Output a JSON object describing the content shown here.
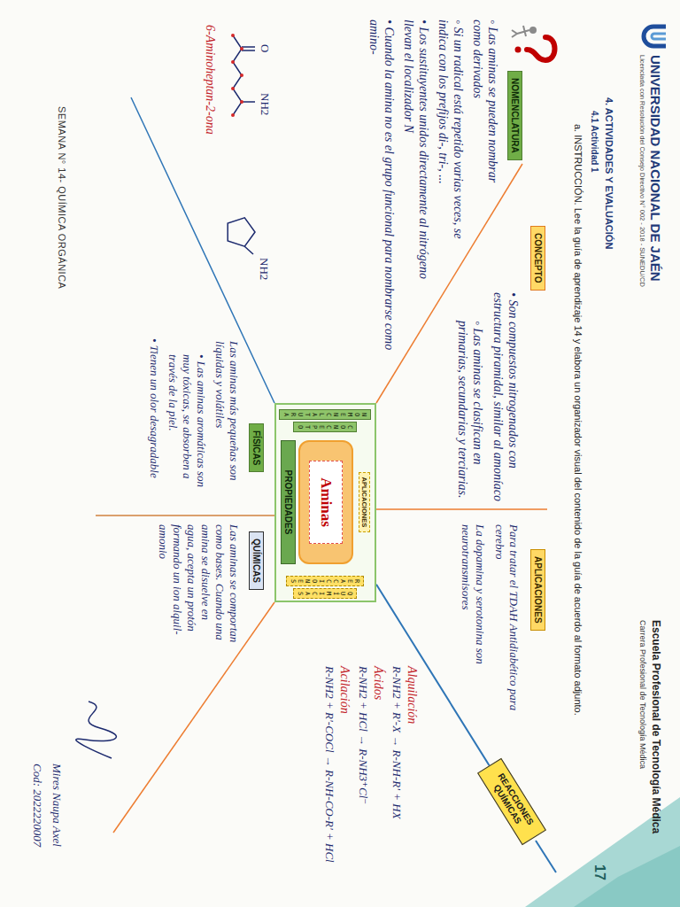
{
  "diagram": {
    "nodes": [
      {
        "text": []
      },
      {
        "text": [
          "NOMENCLATURA"
        ],
        "in": 0
      },
      {
        "text": [
          "CONCEPTO"
        ],
        "in": 0
      },
      {
        "text": [
          "APLICACIONES"
        ],
        "in": 0
      },
      {
        "text": [
          "Aminas"
        ],
        "in": 0
      },
      {
        "text": [
          "PROPIEDADES"
        ],
        "in": 0
      },
      {
        "text": [
          "REACCIONES"
        ],
        "in": 0
      },
      {
        "text": [
          "QUÍMICAS"
        ],
        "in": 0
      },
      {
        "text": [
          "NOMENCLATURA"
        ]
      },
      {
        "text": [
          "CONCEPTO"
        ]
      },
      {
        "text": [
          "APLICACIONES"
        ]
      },
      {
        "text": [
          "REACCIONES QUÍMICAS"
        ]
      },
      {
        "text": [
          "FÍSICAS"
        ]
      },
      {
        "text": [
          "QUÍMICAS"
        ]
      }
    ],
    "edges": [
      {
        "from": 0,
        "to": 11,
        "arrow": "none"
      }
    ],
    "labels": [
      "UNIVERSIDAD NACIONAL DE JAÉN",
      "Licenciada con Resolución del Consejo Directivo N° 002 - 2018 - SUNEDU/CD",
      "Escuela Profesional de Tecnología Médica",
      "Carrera Profesional de Tecnología Médica",
      "4. ACTIVIDADES Y EVALUACIÓN",
      "4.1 Actividad 1",
      "a. INSTRUCCIÓN. Lee la guía de aprendizaje 14 y elabora un organizador visual del contenido de la guía de acuerdo al formato adjunto.",
      "◦ Las aminas se pueden nombrar como derivados",
      "◦ Si un radical está repetido varias veces, se indica con los prefijos di-, tri-, ...",
      "• Los sustituyentes unidos directamente al nitrógeno llevan el localizador N",
      "• Cuando la amina no es el grupo funcional para nombrarse como amino-",
      "NH2",
      "O",
      "6-Aminoheptan-2-ona",
      "NH2",
      "• Son compuestos nitrogenados con estructura piramidal, similar al amoníaco",
      "◦ Las aminas se clasifican en primarias, secundarias y terciarias.",
      "Para tratar el TDAH Antidiabético para cerebro",
      "La dopamina y serotonina son neurotransmisores",
      "Alquilación",
      "R-NH2 + R'-X → R-NH-R' + HX",
      "Ácidos",
      "R-NH2 + HCl → R-NH3⁺Cl⁻",
      "Acilación",
      "R-NH2 + R'-COCl → R-NH-CO-R' + HCl",
      "Las aminas más pequeñas son líquidas y volátiles",
      "• Las aminas aromáticas son muy tóxicas, se absorben a través de la piel.",
      "• Tienen un olor desagradable",
      "Las aminas se comportan como bases. Cuando una amina se disuelve en agua, acepta un protón formando un ion alquil-amonio",
      "SEMANA N° 14- QUÍMICA ORGÁNICA",
      "Mires Naupa Axel",
      "Cod: 2022220007",
      "17"
    ]
  }
}
